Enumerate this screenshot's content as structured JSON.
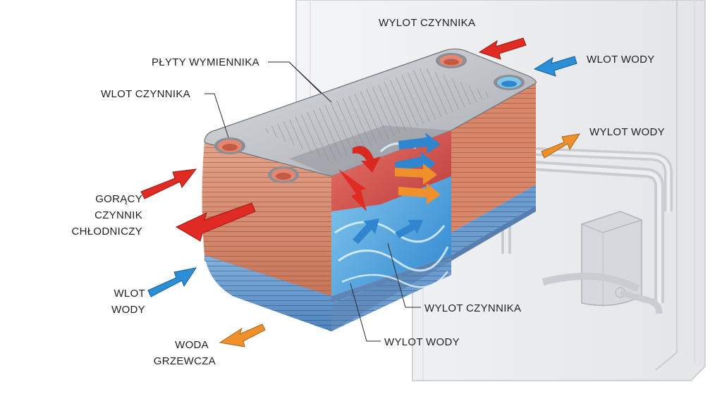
{
  "labels": {
    "refrigerant_outlet_top": "WYLOT CZYNNIKA",
    "exchanger_plates": "PŁYTY WYMIENNIKA",
    "water_inlet_top": "WLOT WODY",
    "refrigerant_inlet": "WLOT CZYNNIKA",
    "water_outlet_right": "WYLOT WODY",
    "hot_refrigerant": [
      "GORĄCY",
      "CZYNNIK",
      "CHŁODNICZY"
    ],
    "water_inlet_left": [
      "WLOT",
      "WODY"
    ],
    "refrigerant_outlet_bottom": "WYLOT CZYNNIKA",
    "water_outlet_bottom": "WYLOT WODY",
    "heating_water": [
      "WODA",
      "GRZEWCZA"
    ]
  },
  "colors": {
    "refrigerant": "#e02a24",
    "water_in": "#2a8fd6",
    "water_out": "#f0902a",
    "copper_plate": "#d98a6c",
    "water_plate": "#6f9fd0",
    "steel": "#c9ccd1",
    "cabinet": "#eef0f2"
  }
}
